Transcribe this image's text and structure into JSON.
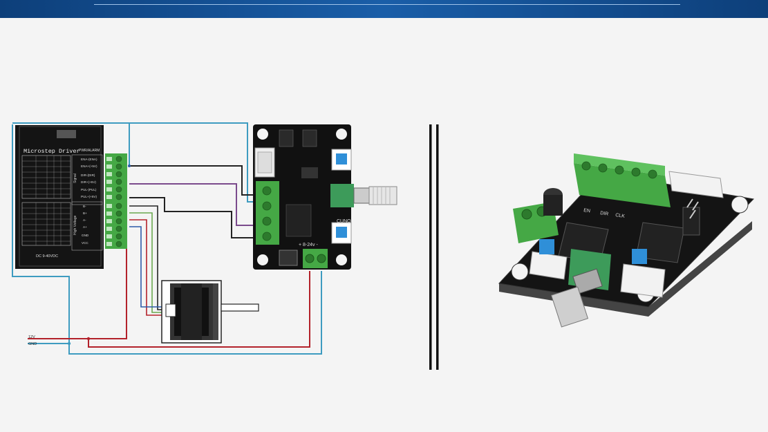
{
  "driver": {
    "title": "Microstep Driver",
    "top_label": "PWR/ALARM",
    "signal_group": "Signal",
    "signal_pins": [
      "ENA-(ENA)",
      "ENA+(+5V)",
      "DIR-(DIR)",
      "DIR+(+5V)",
      "PUL-(PUL)",
      "PUL+(+5V)"
    ],
    "power_group": "High Voltage",
    "power_pins": [
      "B-",
      "B+",
      "A-",
      "A+",
      "GND",
      "VCC"
    ],
    "footer": "DC 9-40VDC"
  },
  "power_inputs": {
    "v12": "12V",
    "gnd": "GND"
  },
  "controller": {
    "brand": "CUNO",
    "supply": "+ 8-24v -"
  },
  "board3d": {
    "labels": [
      "EN",
      "DIR",
      "CLK"
    ]
  },
  "colors": {
    "header": "#1a5ea8",
    "wire_cyan": "#3d9bc0",
    "wire_red": "#b3212a",
    "wire_black": "#222222",
    "wire_purple": "#7a4a8c",
    "wire_green": "#4d8a3a",
    "terminal_green": "#45a845",
    "button_blue": "#2f8fd8"
  }
}
